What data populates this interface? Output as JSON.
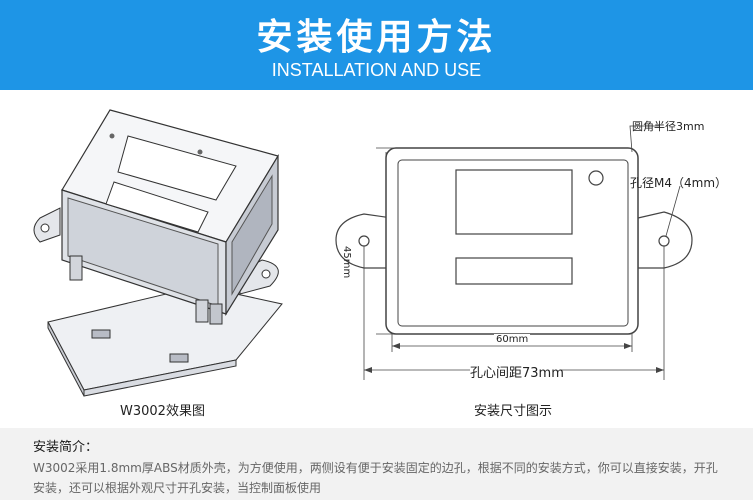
{
  "header": {
    "title": "安装使用方法",
    "subtitle": "INSTALLATION AND USE",
    "background": "#1e95e6"
  },
  "left_figure": {
    "caption": "W3002效果图"
  },
  "right_figure": {
    "caption": "安装尺寸图示",
    "labels": {
      "corner_radius": "圆角半径3mm",
      "hole_diameter": "孔径M4（4mm）",
      "height": "45mm",
      "width": "60mm",
      "hole_spacing": "孔心间距73mm"
    }
  },
  "intro": {
    "title": "安装简介：",
    "body": "W3002采用1.8mm厚ABS材质外壳，为方便使用，两侧设有便于安装固定的边孔，根据不同的安装方式，你可以直接安装，开孔安装，还可以根据外观尺寸开孔安装，当控制面板使用"
  }
}
